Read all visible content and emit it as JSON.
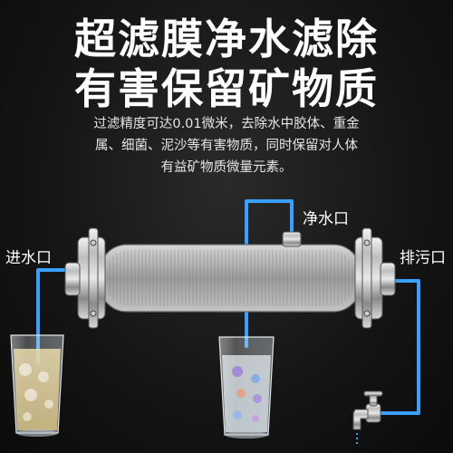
{
  "headline": {
    "line1": "超滤膜净水滤除",
    "line2": "有害保留矿物质"
  },
  "description": {
    "line1": "过滤精度可达0.01微米，去除水中胶体、重金",
    "line2": "属、细菌、泥沙等有害物质，同时保留对人体",
    "line3": "有益矿物质微量元素。"
  },
  "labels": {
    "inlet": "进水口",
    "clean_outlet": "净水口",
    "drain_outlet": "排污口"
  },
  "colors": {
    "accent": "#2e8fff",
    "pipe": "#3aa0ff",
    "text": "#ffffff"
  },
  "icons": [
    "water-filter-housing",
    "water-glass-dirty",
    "water-glass-clean",
    "faucet"
  ]
}
